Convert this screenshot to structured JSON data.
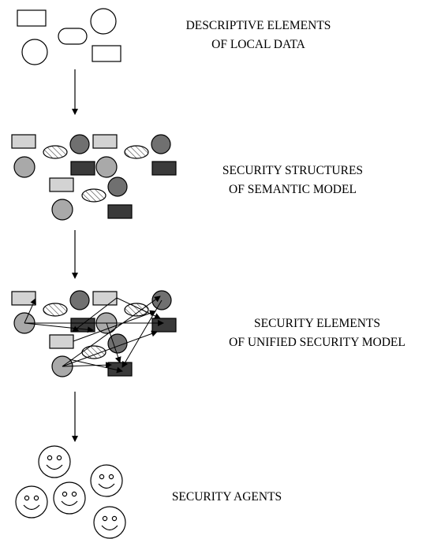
{
  "stages": [
    {
      "line1": "DESCRIPTIVE ELEMENTS",
      "line2": "OF LOCAL DATA"
    },
    {
      "line1": "SECURITY STRUCTURES",
      "line2": "OF SEMANTIC MODEL"
    },
    {
      "line1": "SECURITY ELEMENTS",
      "line2": "OF UNIFIED SECURITY MODEL"
    },
    {
      "line1": "SECURITY AGENTS"
    }
  ],
  "colors": {
    "light_gray": "#d3d3d3",
    "mid_gray": "#a9a9a9",
    "dark_gray": "#707070",
    "darkest": "#3a3a3a",
    "stroke": "#000000"
  },
  "icons": [
    "rectangle-shape",
    "circle-shape",
    "rounded-rect-shape",
    "hatched-ellipse-shape",
    "smiley-face-icon",
    "down-arrow-icon"
  ]
}
